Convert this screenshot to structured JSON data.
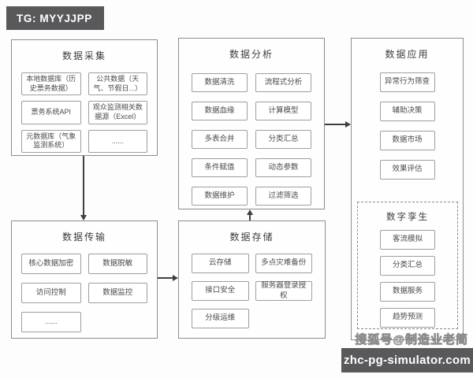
{
  "badges": {
    "telegram": "TG: MYYJJPP",
    "site": "zhc-pg-simulator.com"
  },
  "watermarks": {
    "sohu_account": "搜狐号@制造业老简"
  },
  "colors": {
    "badge_bg": "#59595b",
    "box_border": "#8c8c8c",
    "item_border": "#9e9e9e",
    "arrow": "#3f3f3f"
  },
  "sections": {
    "collection": {
      "title": "数据采集",
      "items": [
        "本地数据库（历史票务数据）",
        "公共数据（天气、节假日...）",
        "票务系统API",
        "观众监测相关数据源（Excel）",
        "元数据库（气象监测系统）",
        "......"
      ]
    },
    "transmission": {
      "title": "数据传输",
      "items": [
        "核心数据加密",
        "数据脱敏",
        "访问控制",
        "数据监控",
        "......"
      ]
    },
    "analysis": {
      "title": "数据分析",
      "items": [
        "数据清洗",
        "流程式分析",
        "数据血缘",
        "计算模型",
        "多表合并",
        "分类汇总",
        "条件赋值",
        "动态参数",
        "数据维护",
        "过滤筛选"
      ]
    },
    "storage": {
      "title": "数据存储",
      "items": [
        "云存储",
        "多点灾难备份",
        "接口安全",
        "服务器登录授权",
        "分级运维"
      ]
    },
    "application": {
      "title": "数据应用",
      "items": [
        "异常行为筛查",
        "辅助决策",
        "数据市场",
        "效果评估"
      ]
    },
    "digital_twin": {
      "title": "数字孪生",
      "items": [
        "客流模拟",
        "分类汇总",
        "数据服务",
        "趋势预测"
      ]
    }
  }
}
